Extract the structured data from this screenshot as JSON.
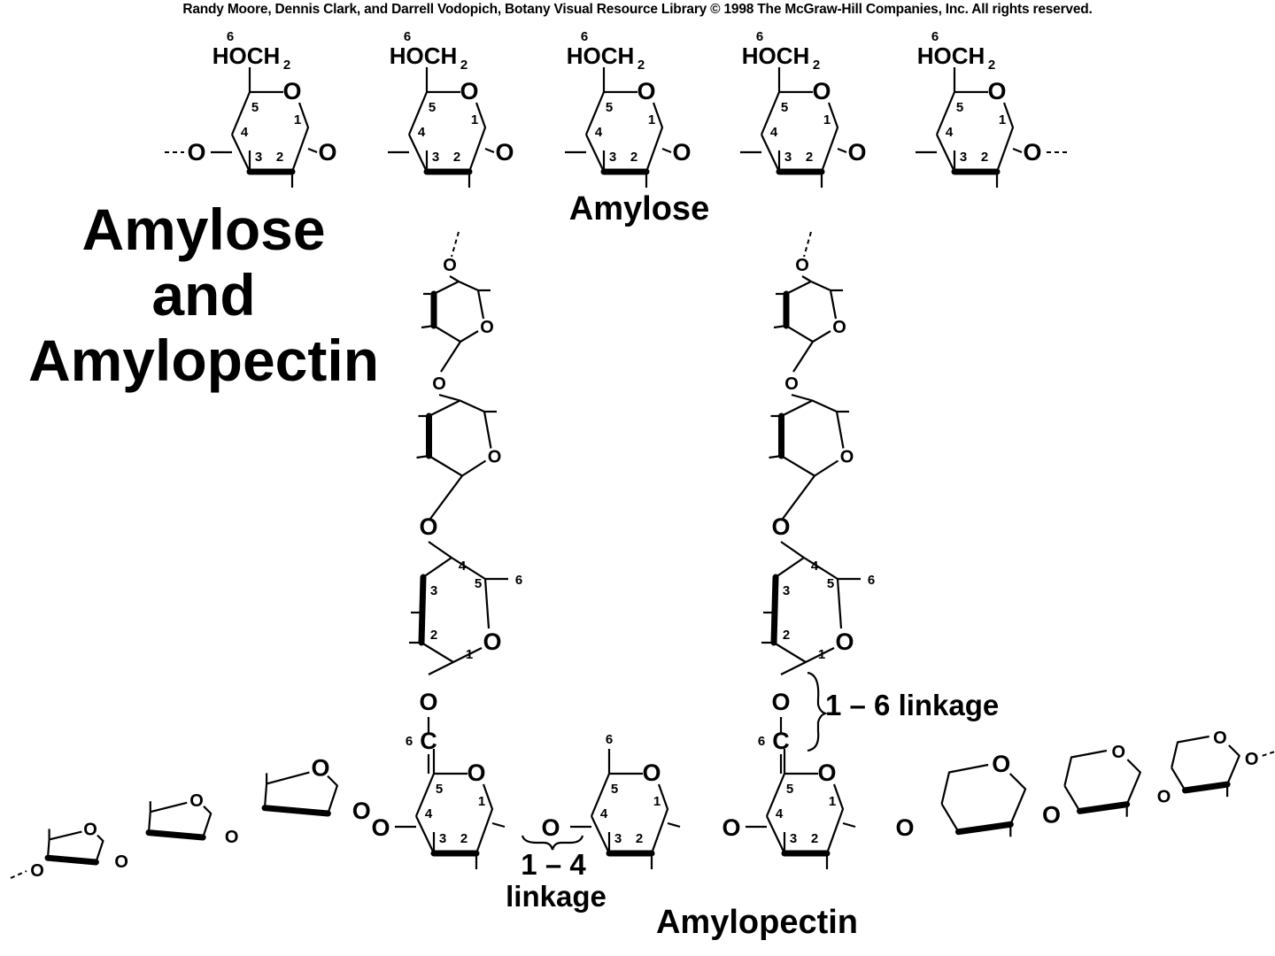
{
  "header": {
    "credit": "Randy Moore, Dennis Clark, and Darrell Vodopich, Botany Visual Resource Library © 1998 The McGraw-Hill Companies, Inc. All rights reserved."
  },
  "title": {
    "line1": "Amylose",
    "line2": "and",
    "line3": "Amylopectin"
  },
  "labels": {
    "amylose": "Amylose",
    "amylopectin": "Amylopectin",
    "linkage_1_6": "1 – 6 linkage",
    "linkage_1_4_top": "1 – 4",
    "linkage_1_4_bottom": "linkage"
  },
  "atoms": {
    "oxygen": "O",
    "carbon": "C",
    "hydroxymethyl": "HOCH",
    "subscript_2": "2",
    "carbon_numbers": [
      "1",
      "2",
      "3",
      "4",
      "5",
      "6"
    ]
  }
}
